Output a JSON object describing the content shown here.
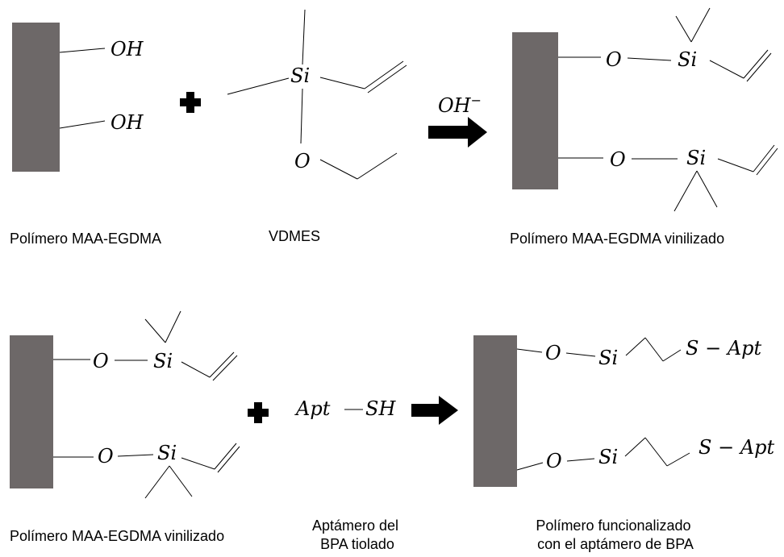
{
  "colors": {
    "polymer": "#6d6868",
    "ink": "#000000",
    "background": "#ffffff"
  },
  "top": {
    "left_groups": [
      "OH",
      "OH"
    ],
    "reagent_si": "Si",
    "reagent_o": "O",
    "catalyst": "OH",
    "catalyst_charge": "−",
    "product_o1": "O",
    "product_si1": "Si",
    "product_o2": "O",
    "product_si2": "Si",
    "caption_left": "Polímero MAA-EGDMA",
    "caption_mid": "VDMES",
    "caption_right": "Polímero MAA-EGDMA vinilizado"
  },
  "bottom": {
    "left_o1": "O",
    "left_si1": "Si",
    "left_o2": "O",
    "left_si2": "Si",
    "reagent_apt": "Apt",
    "reagent_sh": "SH",
    "prod_o1": "O",
    "prod_si1": "Si",
    "prod_s1": "S",
    "prod_apt1": "Apt",
    "prod_o2": "O",
    "prod_si2": "Si",
    "prod_s2": "S",
    "prod_apt2": "Apt",
    "caption_left": "Polímero MAA-EGDMA vinilizado",
    "caption_mid": [
      "Aptámero del",
      "BPA tiolado"
    ],
    "caption_right": [
      "Polímero funcionalizado",
      "con el aptámero de BPA"
    ]
  }
}
